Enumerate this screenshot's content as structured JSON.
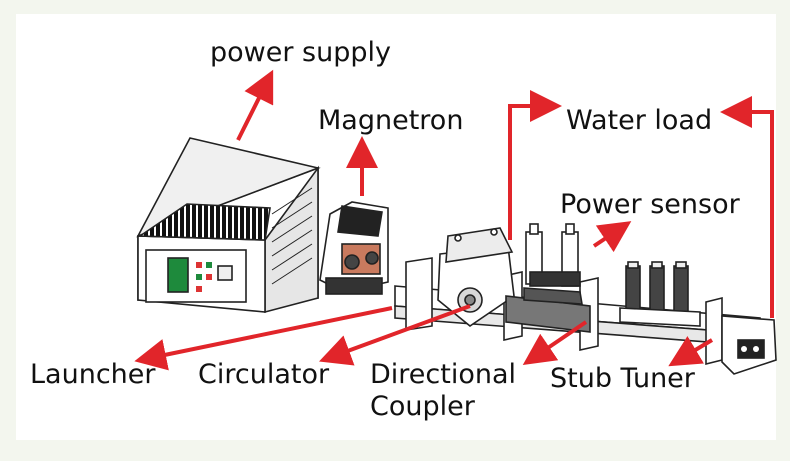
{
  "labels": {
    "power_supply": "power supply",
    "magnetron": "Magnetron",
    "water_load": "Water load",
    "power_sensor": "Power sensor",
    "launcher": "Launcher",
    "circulator": "Circulator",
    "directional_coupler_line1": "Directional",
    "directional_coupler_line2": "Coupler",
    "stub_tuner": "Stub Tuner"
  },
  "colors": {
    "arrow": "#e1252a",
    "outline": "#222222",
    "label": "#111111"
  }
}
